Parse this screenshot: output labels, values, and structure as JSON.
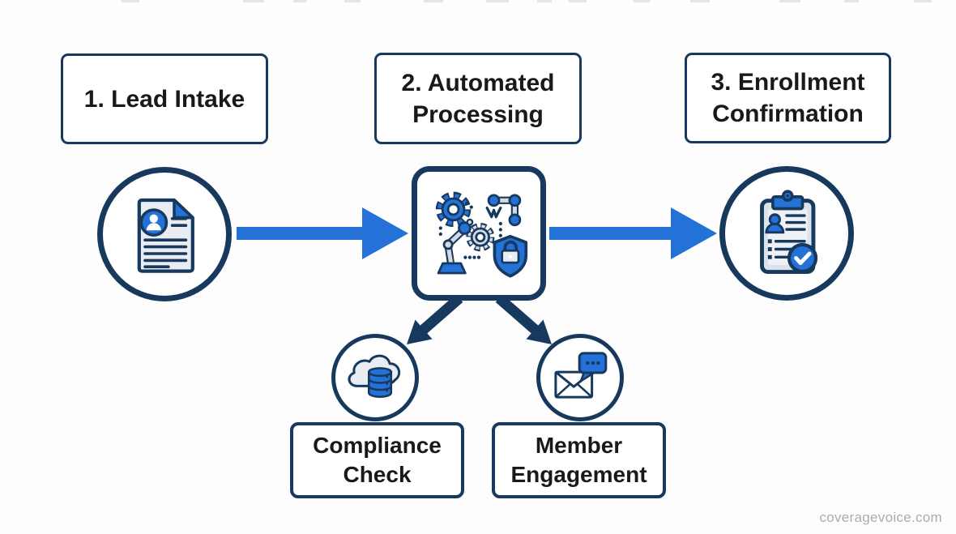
{
  "diagram": {
    "steps": [
      {
        "label": "1. Lead Intake",
        "icon": "lead-document-icon"
      },
      {
        "label": "2. Automated Processing",
        "icon": "automation-gears-robot-shield-icon"
      },
      {
        "label": "3. Enrollment Confirmation",
        "icon": "clipboard-check-icon"
      }
    ],
    "branches": [
      {
        "label": "Compliance Check",
        "icon": "cloud-database-icon"
      },
      {
        "label": "Member Engagement",
        "icon": "envelope-chat-icon"
      }
    ],
    "connections": [
      {
        "from": "1. Lead Intake",
        "to": "2. Automated Processing",
        "style": "blue-arrow"
      },
      {
        "from": "2. Automated Processing",
        "to": "3. Enrollment Confirmation",
        "style": "blue-arrow"
      },
      {
        "from": "2. Automated Processing",
        "to": "Compliance Check",
        "style": "navy-arrow"
      },
      {
        "from": "2. Automated Processing",
        "to": "Member Engagement",
        "style": "navy-arrow"
      }
    ],
    "watermark": "coveragevoice.com"
  },
  "colors": {
    "navy": "#17395d",
    "blue": "#2472d8",
    "icon_light": "#e9edf3",
    "icon_gray": "#d5dae1",
    "text": "#191919",
    "watermark": "#aaacae",
    "background": "#fdfdfd"
  }
}
